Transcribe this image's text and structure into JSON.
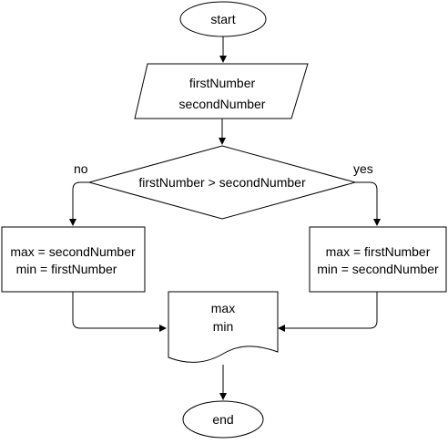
{
  "flowchart": {
    "start": {
      "label": "start"
    },
    "input": {
      "lines": [
        "firstNumber",
        "secondNumber"
      ]
    },
    "decision": {
      "condition": "firstNumber > secondNumber",
      "no_label": "no",
      "yes_label": "yes"
    },
    "no_branch": {
      "lines": [
        "max = secondNumber",
        "min = firstNumber"
      ]
    },
    "yes_branch": {
      "lines": [
        "max = firstNumber",
        "min = secondNumber"
      ]
    },
    "output": {
      "lines": [
        "max",
        "min"
      ]
    },
    "end": {
      "label": "end"
    }
  },
  "colors": {
    "stroke": "#000000",
    "fill": "#ffffff",
    "text": "#000000"
  }
}
